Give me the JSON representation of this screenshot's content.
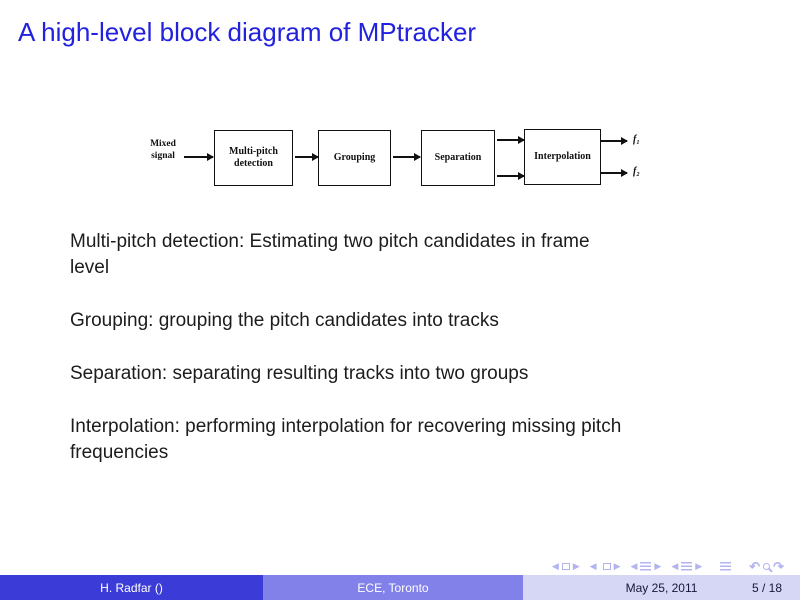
{
  "slide": {
    "title": "A high-level block diagram of MPtracker"
  },
  "diagram": {
    "input_label": "Mixed signal",
    "blocks": [
      "Multi-pitch detection",
      "Grouping",
      "Separation",
      "Interpolation"
    ],
    "outputs": [
      "f₁",
      "f₂"
    ]
  },
  "body": {
    "paragraphs": [
      {
        "lines": [
          "Multi-pitch detection: Estimating two pitch candidates in frame",
          "level"
        ]
      },
      {
        "lines": [
          "Grouping: grouping the pitch candidates into tracks"
        ]
      },
      {
        "lines": [
          "Separation: separating resulting tracks into two groups"
        ]
      },
      {
        "lines": [
          "Interpolation: performing interpolation for recovering missing pitch",
          "frequencies"
        ]
      }
    ]
  },
  "icons": {
    "prev": "◀",
    "next": "▶",
    "history_back": "↶",
    "history_forward": "↷"
  },
  "footer": {
    "author": "H. Radfar ()",
    "institute": "ECE, Toronto",
    "date": "May 25, 2011",
    "page": "5 / 18"
  },
  "colors": {
    "title-blue": "#2121de",
    "footer-author-bg": "#3b3bd8",
    "footer-institute-bg": "#8181e9",
    "footer-date-bg": "#d6d6f5",
    "footer-light-text": "#ffffff",
    "footer-dark-text": "#16163a",
    "nav-icon": "#b3b3f0",
    "diagram-ink": "#111111",
    "body-text": "#1c1c1c"
  }
}
